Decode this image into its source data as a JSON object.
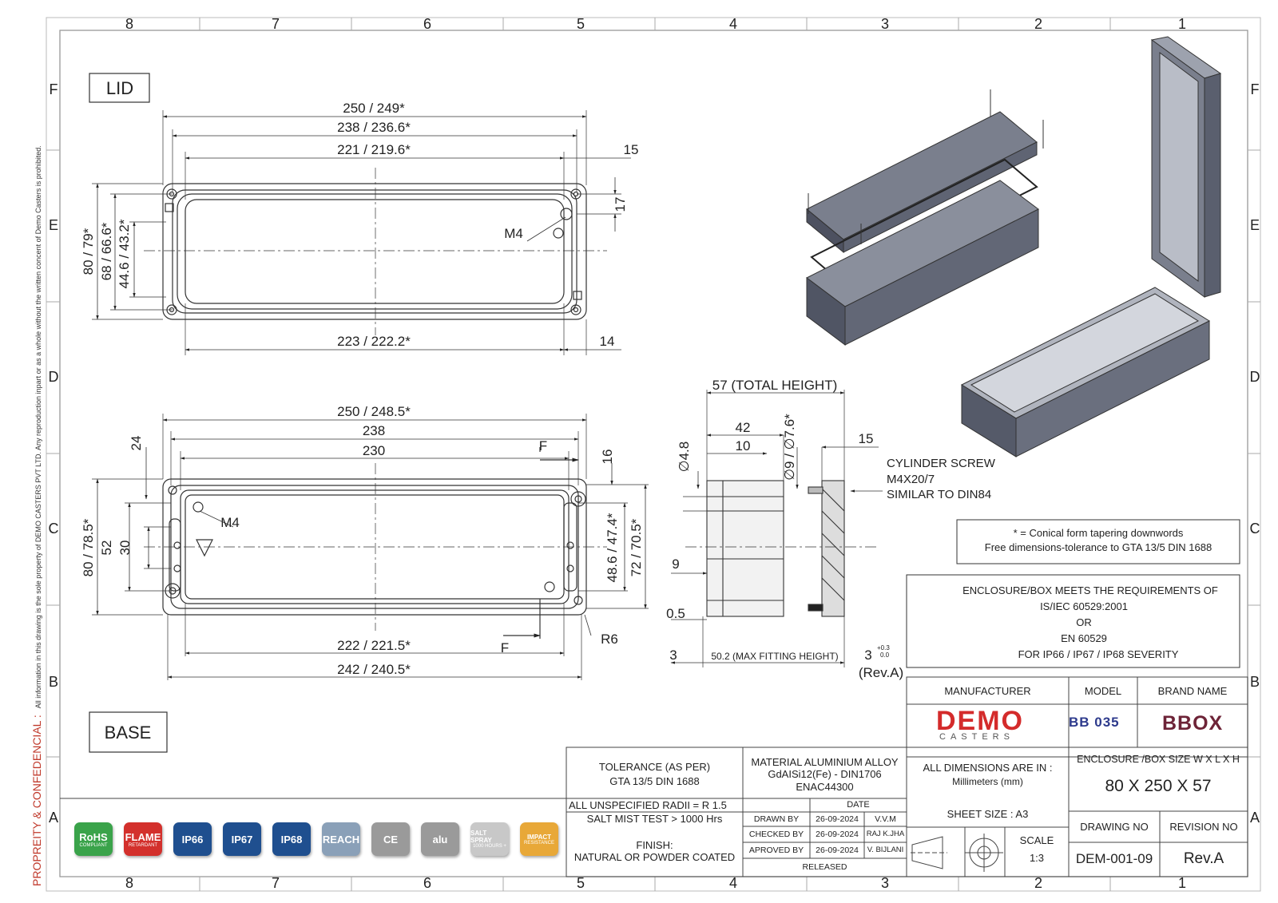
{
  "border": {
    "top_numbers": [
      "8",
      "7",
      "6",
      "5",
      "4",
      "3",
      "2",
      "1"
    ],
    "bottom_numbers": [
      "8",
      "7",
      "6",
      "5",
      "4",
      "3",
      "2",
      "1"
    ],
    "left_letters": [
      "F",
      "E",
      "D",
      "C",
      "B",
      "A"
    ],
    "right_letters": [
      "F",
      "E",
      "D",
      "C",
      "B",
      "A"
    ]
  },
  "side_note": {
    "title": "PROPREITY & CONFEDENCIAL :",
    "text": "All information in this drawing is the sole property of DEMO CASTERS PVT LTD. Any reproduction inpart or as a whole without the written concent of Demo Casters is prohibited."
  },
  "lid": {
    "label": "LID",
    "dims": {
      "w1": "250 / 249*",
      "w2": "238 / 236.6*",
      "w3": "221 / 219.6*",
      "d15": "15",
      "d17": "17",
      "h1": "80 / 79*",
      "h2": "68 / 66.6*",
      "h3": "44.6 / 43.2*",
      "m4": "M4",
      "bottom": "223 / 222.2*",
      "d14": "14"
    }
  },
  "base": {
    "label": "BASE",
    "dims": {
      "w1": "250 / 248.5*",
      "w2": "238",
      "w3": "230",
      "d24": "24",
      "d16": "16",
      "f": "F",
      "h1": "80 / 78.5*",
      "h2": "52",
      "h3": "30",
      "m4": "M4",
      "r_h1": "48.6 / 47.4*",
      "r_h2": "72 / 70.5*",
      "r6": "R6",
      "bottom1": "222 / 221.5*",
      "bottom2": "242 / 240.5*"
    }
  },
  "section": {
    "total": "57 (TOTAL HEIGHT)",
    "d42": "42",
    "d10": "10",
    "d48": "∅4.8",
    "d9": "∅9 / ∅7.6*",
    "d15": "15",
    "d9b": "9",
    "d05": "0.5",
    "d3": "3",
    "fitting": "50.2 (MAX FITTING HEIGHT)",
    "d3b": "3",
    "tol_hi": "+0.3",
    "tol_lo": "0.0",
    "rev": "(Rev.A)",
    "screw1": "CYLINDER SCREW",
    "screw2": "M4X20/7",
    "screw3": "SIMILAR TO DIN84"
  },
  "notes": {
    "conical": "* = Conical form tapering downwords",
    "tolerance": "Free dimensions-tolerance to GTA 13/5 DIN 1688",
    "req1": "ENCLOSURE/BOX MEETS THE REQUIREMENTS OF",
    "req2": "IS/IEC 60529:2001",
    "req3": "OR",
    "req4": "EN 60529",
    "req5": "FOR IP66 / IP67 / IP68 SEVERITY"
  },
  "title_block": {
    "manufacturer_h": "MANUFACTURER",
    "model_h": "MODEL",
    "brand_h": "BRAND NAME",
    "demo": "DEMO",
    "casters": "CASTERS",
    "model": "BB 035",
    "brand": "BBOX",
    "tol_h": "TOLERANCE (AS PER)",
    "tol_v": "GTA 13/5 DIN 1688",
    "mat1": "MATERIAL ALUMINIUM ALLOY",
    "mat2": "GdAISi12(Fe) - DIN1706",
    "mat3": "ENAC44300",
    "dims_h": "ALL DIMENSIONS ARE IN :",
    "dims_v": "Millimeters (mm)",
    "size_h": "ENCLOSURE /BOX SIZE W X L X H",
    "size_v": "80 X 250 X 57",
    "radii": "ALL UNSPECIFIED RADII = R 1.5",
    "salt": "SALT MIST TEST > 1000 Hrs",
    "date_h": "DATE",
    "drawn_h": "DRAWN BY",
    "drawn_d": "26-09-2024",
    "drawn_n": "V.V.M",
    "checked_h": "CHECKED BY",
    "checked_d": "26-09-2024",
    "checked_n": "RAJ K.JHA",
    "approved_h": "APROVED BY",
    "approved_d": "26-09-2024",
    "approved_n": "V. BIJLANI",
    "released": "RELEASED",
    "finish1": "FINISH:",
    "finish2": "NATURAL OR POWDER COATED",
    "sheet": "SHEET SIZE : A3",
    "scale_h": "SCALE",
    "scale_v": "1:3",
    "drawing_h": "DRAWING NO",
    "drawing_v": "DEM-001-09",
    "revision_h": "REVISION NO",
    "revision_v": "Rev.A"
  },
  "badges": [
    {
      "label": "RoHS",
      "sub": "COMPLIANT",
      "color": "#3aa34a"
    },
    {
      "label": "FLAME",
      "sub": "RETARDANT",
      "color": "#d3302c"
    },
    {
      "label": "IP66",
      "sub": "",
      "color": "#1f4f8f"
    },
    {
      "label": "IP67",
      "sub": "",
      "color": "#1f4f8f"
    },
    {
      "label": "IP68",
      "sub": "",
      "color": "#1f4f8f"
    },
    {
      "label": "REACH",
      "sub": "",
      "color": "#8aa0b8"
    },
    {
      "label": "CE",
      "sub": "",
      "color": "#9a9a9a"
    },
    {
      "label": "alu",
      "sub": "",
      "color": "#9a9a9a"
    },
    {
      "label": "SALT SPRAY",
      "sub": "1000 HOURS +",
      "color": "#c8c8c8"
    },
    {
      "label": "IMPACT",
      "sub": "RESISTANCE",
      "color": "#e8a838"
    }
  ],
  "colors": {
    "line": "#333333",
    "box": "#5f6473",
    "box_light": "#8a8f9c",
    "red": "#c0392b"
  }
}
